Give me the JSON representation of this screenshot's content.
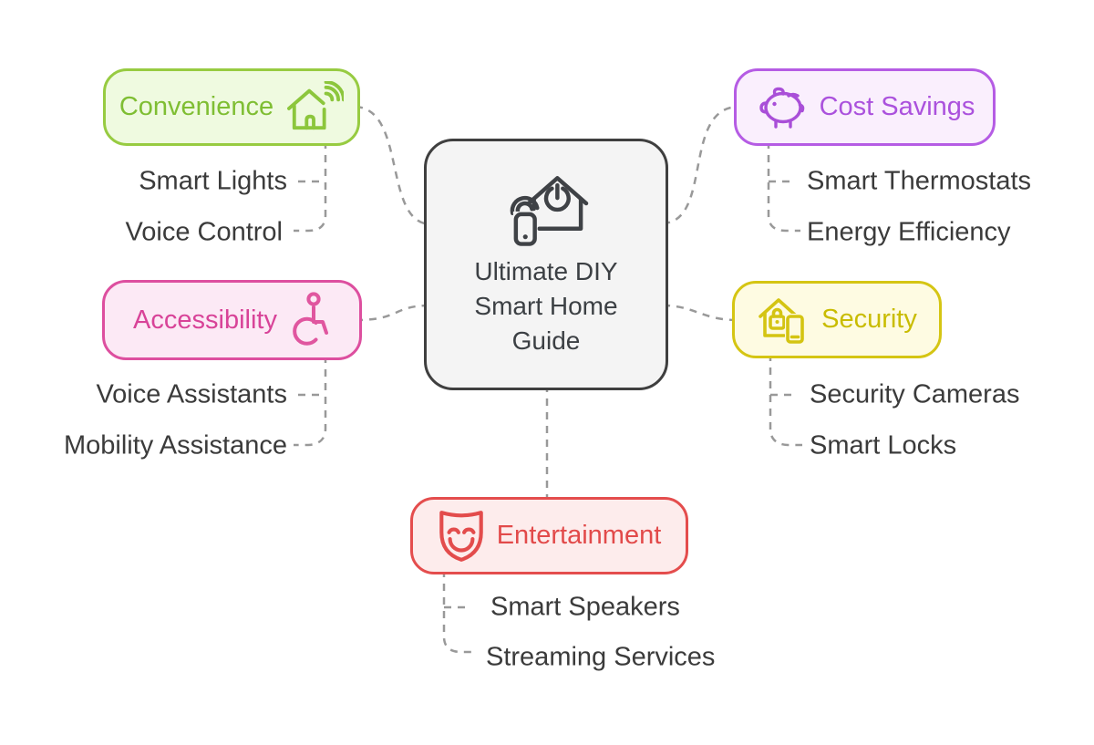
{
  "diagram": {
    "type": "mindmap",
    "background_color": "#FFFFFF",
    "connector_color": "#999999",
    "leaf_text_color": "#3B3B3B"
  },
  "center": {
    "label": "Ultimate DIY Smart Home Guide",
    "lines": [
      "Ultimate DIY",
      "Smart Home",
      "Guide"
    ],
    "icon": "smart-home-remote-icon",
    "border_color": "#3F3F3F",
    "fill_color": "#F4F4F4",
    "text_color": "#3C4044"
  },
  "branches": [
    {
      "label": "Convenience",
      "icon": "house-wifi-icon",
      "position": "top-left",
      "border_color": "#97CB41",
      "fill_color": "#EFFAE0",
      "text_color": "#7FBE33",
      "children": [
        "Smart Lights",
        "Voice Control"
      ]
    },
    {
      "label": "Cost Savings",
      "icon": "piggy-bank-icon",
      "position": "top-right",
      "border_color": "#B55CE4",
      "fill_color": "#FAEFFD",
      "text_color": "#AB52DD",
      "children": [
        "Smart Thermostats",
        "Energy Efficiency"
      ]
    },
    {
      "label": "Accessibility",
      "icon": "wheelchair-icon",
      "position": "middle-left",
      "border_color": "#DD4F9F",
      "fill_color": "#FCE9F5",
      "text_color": "#D84398",
      "children": [
        "Voice Assistants",
        "Mobility Assistance"
      ]
    },
    {
      "label": "Security",
      "icon": "house-lock-phone-icon",
      "position": "middle-right",
      "border_color": "#D5C513",
      "fill_color": "#FEFBE2",
      "text_color": "#C9BC00",
      "children": [
        "Security Cameras",
        "Smart Locks"
      ]
    },
    {
      "label": "Entertainment",
      "icon": "theater-mask-icon",
      "position": "bottom-center",
      "border_color": "#E44D4D",
      "fill_color": "#FDECEC",
      "text_color": "#E24A4A",
      "children": [
        "Smart Speakers",
        "Streaming Services"
      ]
    }
  ]
}
